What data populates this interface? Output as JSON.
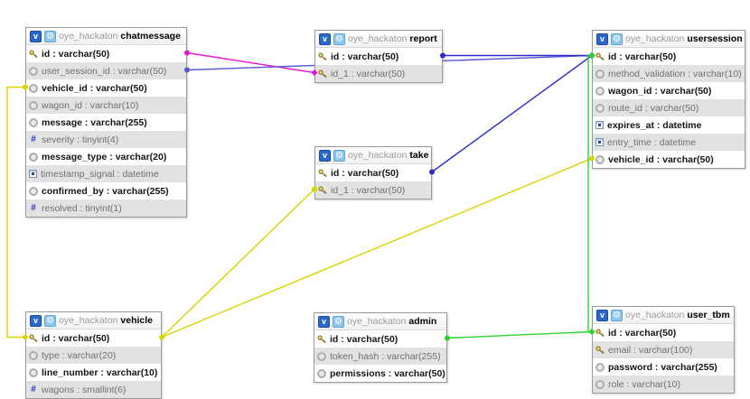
{
  "app": {
    "view": "phpMyAdmin Designer",
    "database": "oye_hackaton"
  },
  "tables": [
    {
      "id": "chatmessage",
      "name": "chatmessage",
      "columns": [
        {
          "label": "id : varchar(50)",
          "icon": "key"
        },
        {
          "label": "user_session_id : varchar(50)",
          "icon": "column"
        },
        {
          "label": "vehicle_id : varchar(50)",
          "icon": "column"
        },
        {
          "label": "wagon_id : varchar(10)",
          "icon": "column"
        },
        {
          "label": "message : varchar(255)",
          "icon": "column"
        },
        {
          "label": "severity : tinyint(4)",
          "icon": "numeric"
        },
        {
          "label": "message_type : varchar(20)",
          "icon": "column"
        },
        {
          "label": "timestamp_signal : datetime",
          "icon": "datetime"
        },
        {
          "label": "confirmed_by : varchar(255)",
          "icon": "column"
        },
        {
          "label": "resolved : tinyint(1)",
          "icon": "numeric"
        }
      ]
    },
    {
      "id": "report",
      "name": "report",
      "columns": [
        {
          "label": "id : varchar(50)",
          "icon": "key"
        },
        {
          "label": "id_1 : varchar(50)",
          "icon": "key"
        }
      ]
    },
    {
      "id": "take",
      "name": "take",
      "columns": [
        {
          "label": "id : varchar(50)",
          "icon": "key"
        },
        {
          "label": "id_1 : varchar(50)",
          "icon": "key"
        }
      ]
    },
    {
      "id": "usersession",
      "name": "usersession",
      "columns": [
        {
          "label": "id : varchar(50)",
          "icon": "key"
        },
        {
          "label": "method_validation : varchar(10)",
          "icon": "column"
        },
        {
          "label": "wagon_id : varchar(50)",
          "icon": "column"
        },
        {
          "label": "route_id : varchar(50)",
          "icon": "column"
        },
        {
          "label": "expires_at : datetime",
          "icon": "datetime"
        },
        {
          "label": "entry_time : datetime",
          "icon": "datetime"
        },
        {
          "label": "vehicle_id : varchar(50)",
          "icon": "column"
        }
      ]
    },
    {
      "id": "vehicle",
      "name": "vehicle",
      "columns": [
        {
          "label": "id : varchar(50)",
          "icon": "key"
        },
        {
          "label": "type : varchar(20)",
          "icon": "column"
        },
        {
          "label": "line_number : varchar(10)",
          "icon": "column"
        },
        {
          "label": "wagons : smallint(6)",
          "icon": "numeric"
        }
      ]
    },
    {
      "id": "admin",
      "name": "admin",
      "columns": [
        {
          "label": "id : varchar(50)",
          "icon": "key"
        },
        {
          "label": "token_hash : varchar(255)",
          "icon": "column"
        },
        {
          "label": "permissions : varchar(50)",
          "icon": "column"
        }
      ]
    },
    {
      "id": "user_tbm",
      "name": "user_tbm",
      "columns": [
        {
          "label": "id : varchar(50)",
          "icon": "key"
        },
        {
          "label": "email : varchar(100)",
          "icon": "key"
        },
        {
          "label": "password : varchar(255)",
          "icon": "column"
        },
        {
          "label": "role : varchar(10)",
          "icon": "column"
        }
      ]
    }
  ],
  "relations": [
    {
      "from": "chatmessage.id",
      "fromSide": "right",
      "to": "report.id_1",
      "toSide": "left",
      "color": "#e317cf"
    },
    {
      "from": "chatmessage.user_session_id",
      "fromSide": "right",
      "to": "usersession.id",
      "toSide": "left",
      "color": "#5757d8"
    },
    {
      "from": "report.id",
      "fromSide": "right",
      "to": "usersession.id",
      "toSide": "left",
      "color": "#2b2bca"
    },
    {
      "from": "take.id",
      "fromSide": "right",
      "to": "usersession.id",
      "toSide": "left",
      "color": "#2b2bca"
    },
    {
      "from": "chatmessage.vehicle_id",
      "fromSide": "left",
      "to": "vehicle.id",
      "toSide": "left",
      "color": "#d8d400",
      "route": "gutter",
      "gutterX": 8
    },
    {
      "from": "take.id_1",
      "fromSide": "left",
      "to": "vehicle.id",
      "toSide": "right",
      "color": "#d8d400"
    },
    {
      "from": "usersession.vehicle_id",
      "fromSide": "left",
      "to": "vehicle.id",
      "toSide": "right",
      "color": "#d8d400"
    },
    {
      "from": "usersession.id",
      "fromSide": "left",
      "to": "user_tbm.id",
      "toSide": "left",
      "color": "#2fd32f",
      "route": "gutter",
      "gutterX": 651
    },
    {
      "from": "admin.id",
      "fromSide": "right",
      "to": "user_tbm.id",
      "toSide": "left",
      "color": "#2fd32f"
    }
  ]
}
